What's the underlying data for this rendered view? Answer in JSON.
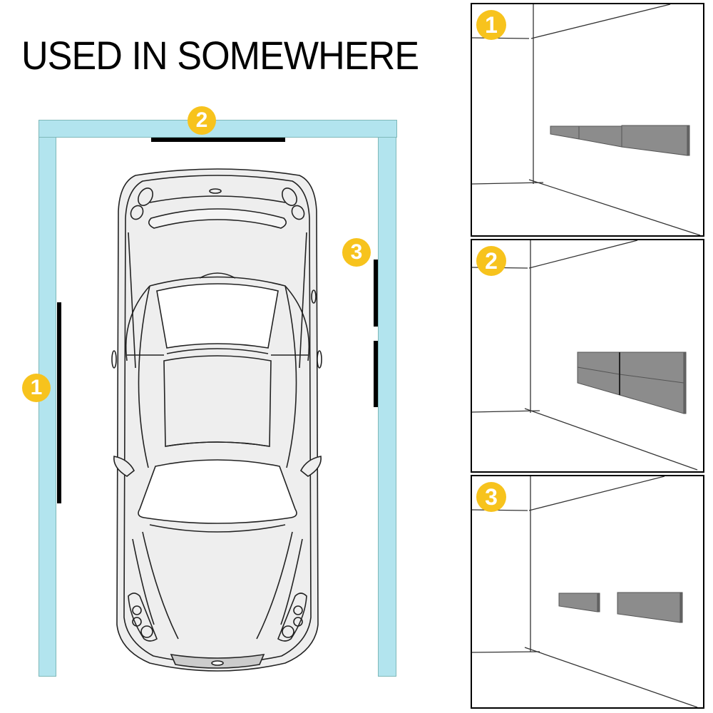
{
  "title": "USED IN SOMEWHERE",
  "colors": {
    "badge": "#f7c31d",
    "wall_frame": "#b2e4ee",
    "wall_frame_border": "#7fb8b9",
    "strip": "#000000",
    "panel_strip": "#8c8c8c"
  },
  "diagram": {
    "markers": [
      {
        "number": "1",
        "location": "left wall"
      },
      {
        "number": "2",
        "location": "front wall"
      },
      {
        "number": "3",
        "location": "right wall"
      }
    ]
  },
  "panels": [
    {
      "number": "1",
      "description": "long continuous strip, three segments"
    },
    {
      "number": "2",
      "description": "two stacked double-height segments"
    },
    {
      "number": "3",
      "description": "two separated short segments"
    }
  ]
}
